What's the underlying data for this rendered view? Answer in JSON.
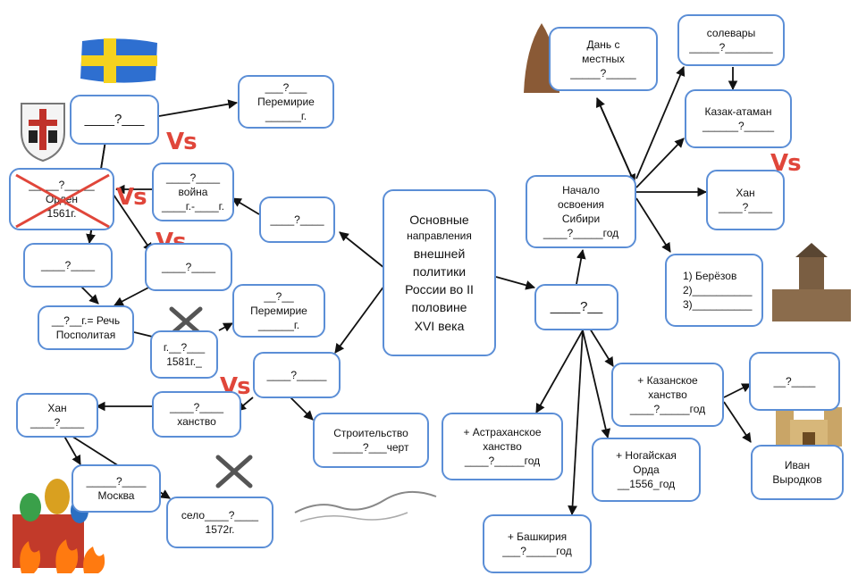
{
  "center": {
    "l1": "Основные",
    "l2": "направления",
    "l3": "внешней",
    "l4": "политики",
    "l5": "России во II",
    "l6": "половине",
    "l7": "XVI века"
  },
  "west": {
    "sweden_box": "____?___",
    "truce_top": {
      "l1": "___?___",
      "l2": "Перемирие",
      "l3": "______г."
    },
    "order": {
      "l1": "_____?_____",
      "l2": "Орден",
      "l3": "1561г."
    },
    "war": {
      "l1": "____?____",
      "l2": "война",
      "l3": "____г.-____г."
    },
    "west_q": "____?____",
    "left_q": "____?____",
    "mid_q": "____?____",
    "rech": {
      "l1": "__?__г.= Речь",
      "l2": "Посполитая"
    },
    "battle": {
      "l1": "г.__?___",
      "l2": "1581г._"
    },
    "truce_mid": {
      "l1": "__?__",
      "l2": "Перемирие",
      "l3": "______г."
    }
  },
  "south": {
    "south_q": "____?_____",
    "khanate": {
      "l1": "____?____",
      "l2": "ханство"
    },
    "khan": {
      "l1": "Хан",
      "l2": "____?____"
    },
    "moscow": {
      "l1": "_____?____",
      "l2": "Москва"
    },
    "village": {
      "l1": "село____?____",
      "l2": "1572г."
    },
    "line": {
      "l1": "Строительство",
      "l2": "_____?___черт"
    }
  },
  "east": {
    "east_q": "____?__",
    "siberia": {
      "l1": "Начало",
      "l2": "освоения",
      "l3": "Сибири",
      "l4": "____?_____год"
    },
    "tribute": {
      "l1": "Дань с",
      "l2": "местных",
      "l3": "_____?_____"
    },
    "salt": {
      "l1": "солевары",
      "l2": "_____?________"
    },
    "ataman": {
      "l1": "Казак-атаман",
      "l2": "______?_____"
    },
    "khan_sib": {
      "l1": "Хан",
      "l2": "____?____"
    },
    "forts": {
      "l1": "1) Берёзов",
      "l2": "2)__________",
      "l3": "3)__________"
    },
    "kazan": {
      "l1": "+ Казанское",
      "l2": "ханство",
      "l3": "____?_____год"
    },
    "kazan_q": "__?____",
    "vyrodkov": {
      "l1": "Иван",
      "l2": "Выродков"
    },
    "astrakhan": {
      "l1": "+ Астраханское",
      "l2": "ханство",
      "l3": "____?_____год"
    },
    "nogai": {
      "l1": "+ Ногайская",
      "l2": "Орда",
      "l3": "__1556_год"
    },
    "bashkiria": {
      "l1": "+ Башкирия",
      "l2": "___?_____год"
    }
  },
  "vs_labels": [
    "Vs",
    "Vs",
    "Vs",
    "Vs",
    "Vs"
  ],
  "icons": [
    "sweden-flag-icon",
    "order-shield-icon",
    "crossed-swords-icon",
    "kremlin-icon",
    "fortress-icon",
    "wall-sketch-icon"
  ],
  "colors": {
    "box_border": "#5b8ed6",
    "vs": "#e0463a",
    "arrow": "#111111"
  }
}
